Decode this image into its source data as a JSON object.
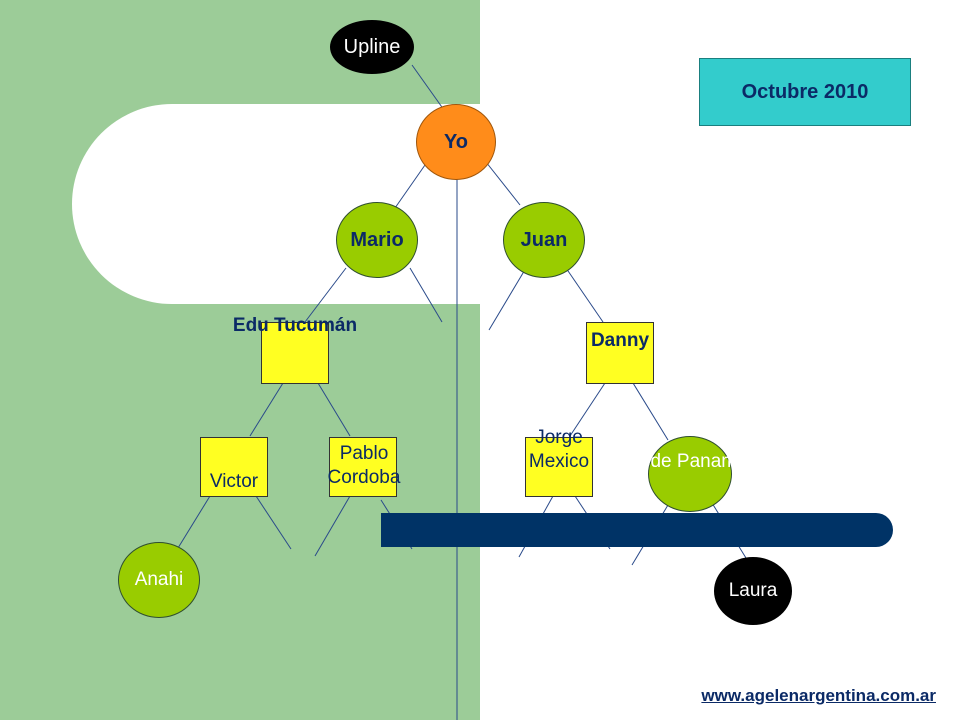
{
  "title": "Octubre 2010",
  "url": "www.agelenargentina.com.ar",
  "colors": {
    "background_left": "#9ccc98",
    "background_right": "#ffffff",
    "node_green": "#99cc00",
    "node_orange": "#ff8c1a",
    "node_black": "#000000",
    "node_yellow": "#ffff22",
    "title_box": "#33cccc",
    "label_navy": "#0b2a66",
    "bar": "#003366"
  },
  "nodes": {
    "upline": {
      "label": "Upline",
      "shape": "ellipse",
      "color": "black"
    },
    "yo": {
      "label": "Yo",
      "shape": "ellipse",
      "color": "orange"
    },
    "mario": {
      "label": "Mario",
      "shape": "ellipse",
      "color": "green"
    },
    "juan": {
      "label": "Juan",
      "shape": "ellipse",
      "color": "green"
    },
    "edu": {
      "label": "Edu Tucumán",
      "shape": "rectangle",
      "color": "yellow"
    },
    "danny": {
      "label": "Danny",
      "shape": "rectangle",
      "color": "yellow"
    },
    "victor": {
      "label": "Victor",
      "shape": "rectangle",
      "color": "yellow"
    },
    "pablo": {
      "label": "Pablo Cordoba",
      "shape": "rectangle",
      "color": "yellow"
    },
    "jorge": {
      "label": "Jorge Mexico",
      "shape": "rectangle",
      "color": "yellow"
    },
    "fede": {
      "label": "Fede Panama",
      "shape": "ellipse",
      "color": "green"
    },
    "anahi": {
      "label": "Anahi",
      "shape": "ellipse",
      "color": "green"
    },
    "laura": {
      "label": "Laura",
      "shape": "ellipse",
      "color": "black"
    }
  },
  "edges": [
    [
      "upline",
      "yo"
    ],
    [
      "yo",
      "mario"
    ],
    [
      "yo",
      "juan"
    ],
    [
      "mario",
      "edu"
    ],
    [
      "juan",
      "danny"
    ],
    [
      "edu",
      "victor"
    ],
    [
      "edu",
      "pablo"
    ],
    [
      "danny",
      "jorge"
    ],
    [
      "danny",
      "fede"
    ],
    [
      "victor",
      "anahi"
    ],
    [
      "fede",
      "laura"
    ]
  ]
}
